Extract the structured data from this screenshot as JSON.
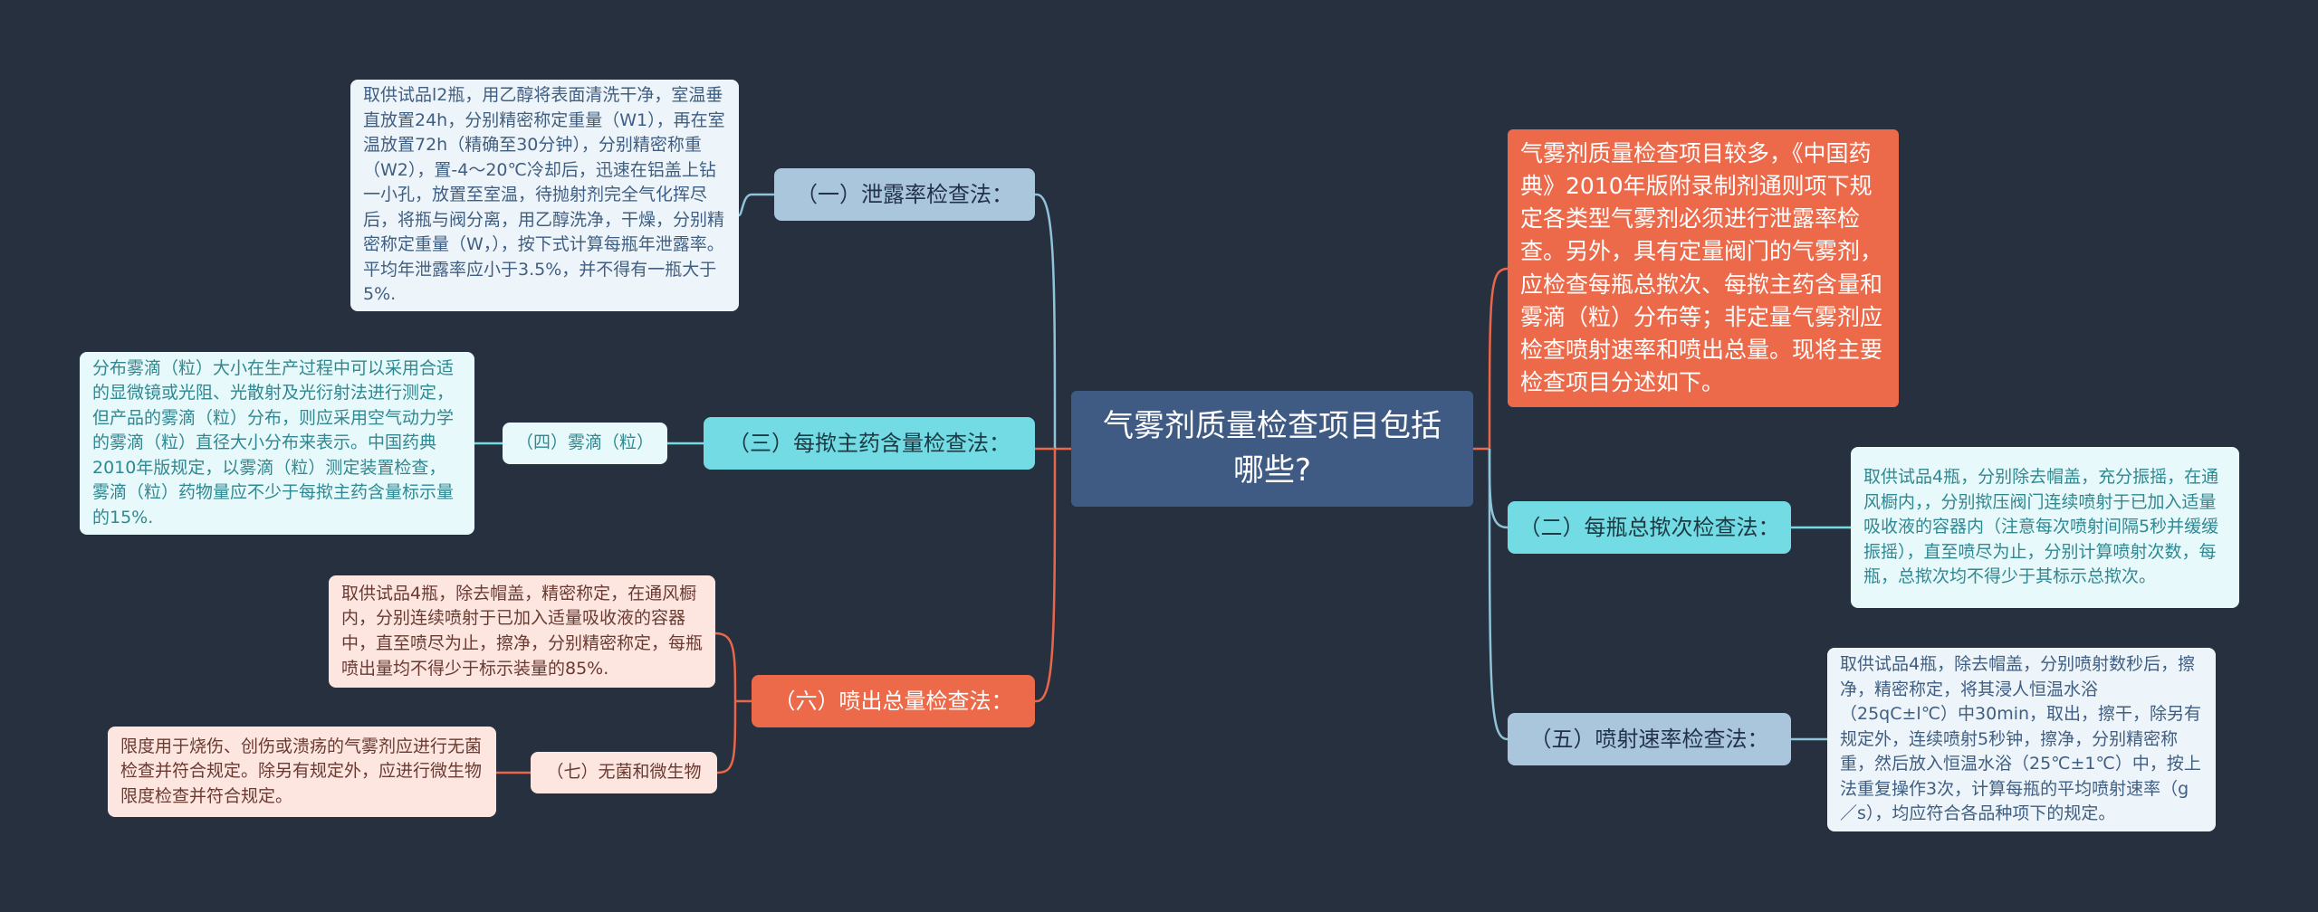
{
  "root": {
    "title": "气雾剂质量检查项目包括哪些?"
  },
  "intro": "气雾剂质量检查项目较多，《中国药典》2010年版附录制剂通则项下规定各类型气雾剂必须进行泄露率检查。另外，具有定量阀门的气雾剂，应检查每瓶总揿次、每揿主药含量和雾滴（粒）分布等；非定量气雾剂应检查喷射速率和喷出总量。现将主要检查项目分述如下。",
  "branches": {
    "leak": {
      "label": "（一）泄露率检查法：",
      "detail": "取供试品l2瓶，用乙醇将表面清洗干净，室温垂直放置24h，分别精密称定重量（W1），再在室温放置72h（精确至30分钟），分别精密称重（W2），置-4～20℃冷却后，迅速在铝盖上钻一小孔，放置至室温，待抛射剂完全气化挥尽后，将瓶与阀分离，用乙醇洗净，干燥，分别精密称定重量（W，），按下式计算每瓶年泄露率。平均年泄露率应小于3.5%，并不得有一瓶大于5%."
    },
    "dose": {
      "label": "（三）每揿主药含量检查法：",
      "sub_label": "（四）雾滴（粒）",
      "sub_detail": "分布雾滴（粒）大小在生产过程中可以采用合适的显微镜或光阻、光散射及光衍射法进行测定，但产品的雾滴（粒）分布，则应采用空气动力学的雾滴（粒）直径大小分布来表示。中国药典2010年版规定，以雾滴（粒）测定装置检查，雾滴（粒）药物量应不少于每揿主药含量标示量的15%."
    },
    "output": {
      "label": "（六）喷出总量检查法：",
      "detail": "取供试品4瓶，除去帽盖，精密称定，在通风橱内，分别连续喷射于已加入适量吸收液的容器中，直至喷尽为止，擦净，分别精密称定，每瓶喷出量均不得少于标示装量的85%.",
      "sub_label": "（七）无菌和微生物",
      "sub_detail": "限度用于烧伤、创伤或溃疡的气雾剂应进行无菌检查并符合规定。除另有规定外，应进行微生物限度检查并符合规定。"
    },
    "count": {
      "label": "（二）每瓶总揿次检查法：",
      "detail": "取供试品4瓶，分别除去帽盖，充分振摇，在通风橱内，，分别揿压阀门连续喷射于已加入适量吸收液的容器内（注意每次喷射间隔5秒并缓缓振摇），直至喷尽为止，分别计算喷射次数，每瓶，总揿次均不得少于其标示总揿次。"
    },
    "rate": {
      "label": "（五）喷射速率检查法：",
      "detail": "取供试品4瓶，除去帽盖，分别喷射数秒后，擦净，精密称定，将其浸人恒温水浴（25qC±l℃）中30min，取出，擦干，除另有规定外，连续喷射5秒钟，擦净，分别精密称重，然后放入恒温水浴（25℃±1℃）中，按上法重复操作3次，计算每瓶的平均喷射速率（g／s），均应符合各品种项下的规定。"
    }
  },
  "colors": {
    "background": "#27303f",
    "root": "#3f5b84",
    "line_orange": "#e8674a",
    "line_blue": "#8fc3d8"
  }
}
